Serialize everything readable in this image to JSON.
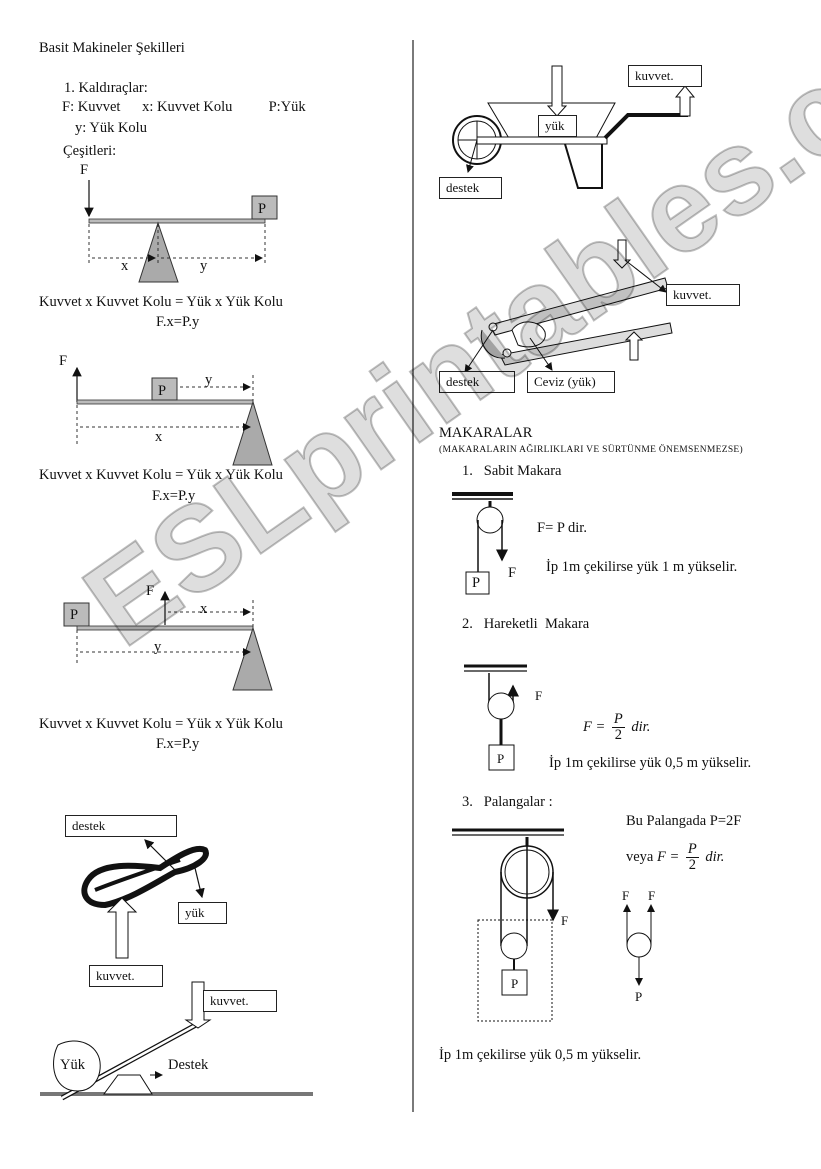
{
  "page_title": "Basit Makineler Şekilleri",
  "levers": {
    "heading": "1.  Kaldıraçlar:",
    "legend_line1": "F: Kuvvet      x: Kuvvet Kolu          P:Yük",
    "legend_line2": "y: Yük Kolu",
    "types_label": "Çeşitleri:",
    "diagram_labels": {
      "F": "F",
      "P": "P",
      "x": "x",
      "y": "y"
    },
    "formula_text": "Kuvvet x Kuvvet Kolu = Yük x Yük Kolu",
    "formula_short": "F.x=P.y"
  },
  "examples_left": {
    "destek": "destek",
    "yuk": "yük",
    "kuvvet": "kuvvet.",
    "yuk_rock": "Yük",
    "destek_plain": "Destek"
  },
  "examples_right": {
    "kuvvet": "kuvvet.",
    "yuk": "yük",
    "destek": "destek",
    "ceviz": "Ceviz (yük)"
  },
  "pulleys": {
    "heading": "MAKARALAR",
    "note": "(MAKARALARIN AĞIRLIKLARI VE SÜRTÜNME ÖNEMSENMEZSE)",
    "fixed": {
      "title": "1.   Sabit Makara",
      "formula": "F= P dir.",
      "desc": "İp 1m çekilirse yük 1 m yükselir.",
      "P": "P",
      "F": "F"
    },
    "movable": {
      "title": "2.   Hareketli  Makara",
      "F_eq": "F =",
      "num": "P",
      "den": "2",
      "suffix": "dir.",
      "desc": "İp 1m çekilirse yük 0,5 m yükselir.",
      "P": "P",
      "F": "F"
    },
    "block": {
      "title": "3.   Palangalar :",
      "line1": "Bu Palangada P=2F",
      "veya": "veya",
      "F_eq": "F =",
      "num": "P",
      "den": "2",
      "suffix": "dir.",
      "desc": "İp 1m çekilirse yük 0,5 m yükselir.",
      "P": "P",
      "F": "F",
      "fbd_F1": "F",
      "fbd_F2": "F",
      "fbd_P": "P"
    }
  },
  "watermark": "ESLprintables.com"
}
